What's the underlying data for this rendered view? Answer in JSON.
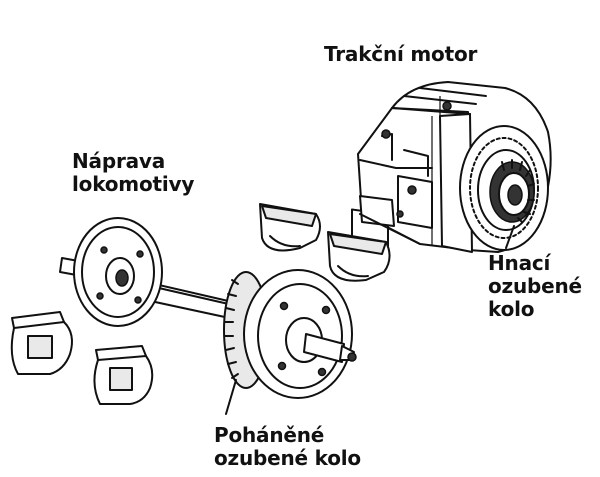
{
  "labels": {
    "motor": "Trakční motor",
    "axle": [
      "Náprava",
      "lokomotivy"
    ],
    "drive_gear": [
      "Hnací",
      "ozubené",
      "kolo"
    ],
    "driven_gear": [
      "Poháněné",
      "ozubené kolo"
    ]
  },
  "colors": {
    "ink": "#111111",
    "background": "#ffffff"
  }
}
